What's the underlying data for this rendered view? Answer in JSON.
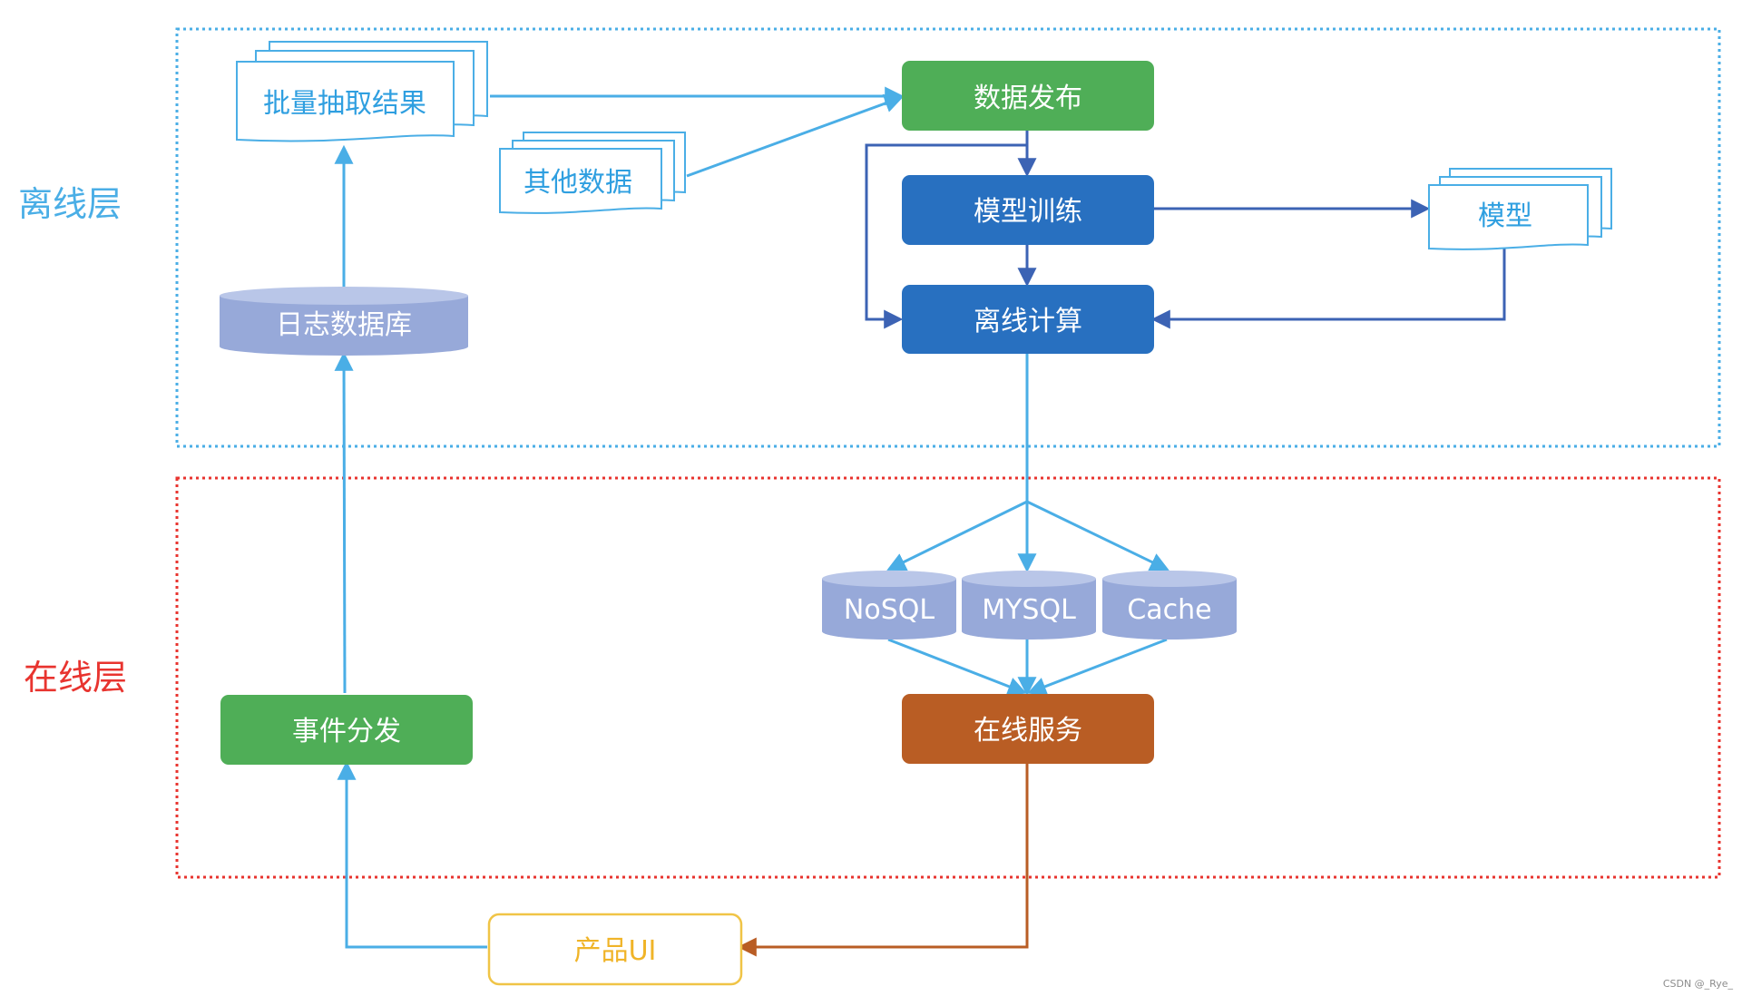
{
  "layers": {
    "offline": "离线层",
    "online": "在线层"
  },
  "nodes": {
    "batch_results": "批量抽取结果",
    "other_data": "其他数据",
    "data_publish": "数据发布",
    "model_training": "模型训练",
    "model": "模型",
    "offline_compute": "离线计算",
    "log_db": "日志数据库",
    "nosql": "NoSQL",
    "mysql": "MYSQL",
    "cache": "Cache",
    "online_service": "在线服务",
    "event_dispatch": "事件分发",
    "product_ui": "产品UI"
  },
  "watermark": "CSDN @_Rye_",
  "colors": {
    "offline_border": "#4aaee6",
    "online_border": "#e8342f",
    "offline_label": "#4aaee6",
    "online_label": "#e8342f",
    "green": "#4fae57",
    "blue": "#2870c0",
    "orange": "#b95d24",
    "cylinder": "#97a9d9",
    "cylinder_top": "#b9c6e8",
    "doc_stroke": "#4aaee6",
    "doc_text": "#2f9fe0",
    "arrow_light": "#4aaee6",
    "arrow_dark": "#3c63b4",
    "arrow_orange": "#b95d24",
    "ui_border": "#f0c446",
    "ui_text": "#f0b428"
  }
}
